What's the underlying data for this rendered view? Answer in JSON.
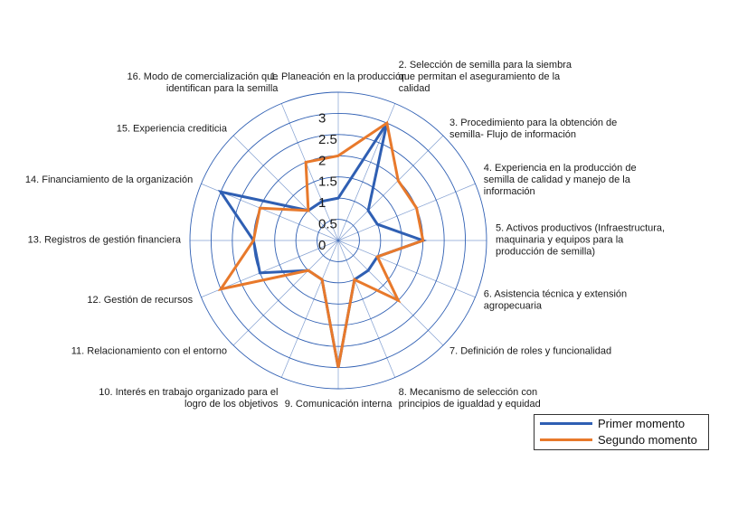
{
  "chart_data": {
    "type": "radar",
    "categories": [
      "1. Planeación en la producción",
      "2. Selección de semilla para la siembra que permitan el aseguramiento de la calidad",
      "3. Procedimiento para la obtención de semilla- Flujo de información",
      "4. Experiencia en la producción de semilla de calidad y manejo de la información",
      "5. Activos productivos (Infraestructura, maquinaria y equipos  para la producción de semilla)",
      "6. Asistencia técnica y extensión agropecuaria",
      "7. Definición de roles y funcionalidad",
      "8. Mecanismo de selección con principios de igualdad y equidad",
      "9. Comunicación interna",
      "10. Interés en trabajo organizado para el logro de los objetivos",
      "11. Relacionamiento con el entorno",
      "12. Gestión de recursos",
      "13. Registros de gestión financiera",
      "14. Financiamiento de la organización",
      "15. Experiencia crediticia",
      "16. Modo de comercialización que identifican para la semilla"
    ],
    "category_lines": [
      [
        "1. Planeación en la producción"
      ],
      [
        "2. Selección de semilla para la siembra",
        "que permitan el aseguramiento de la",
        "calidad"
      ],
      [
        "3. Procedimiento para la obtención de",
        "semilla- Flujo de información"
      ],
      [
        "4. Experiencia en la producción de",
        "semilla de calidad y manejo de la",
        "información"
      ],
      [
        "5. Activos productivos (Infraestructura,",
        "maquinaria y equipos  para la",
        "producción de semilla)"
      ],
      [
        "6. Asistencia técnica y extensión",
        "agropecuaria"
      ],
      [
        "7. Definición de roles y funcionalidad"
      ],
      [
        "8. Mecanismo de selección con",
        "principios de igualdad y equidad"
      ],
      [
        "9. Comunicación interna"
      ],
      [
        "10. Interés en trabajo organizado para el",
        "logro de los objetivos"
      ],
      [
        "11. Relacionamiento con el entorno"
      ],
      [
        "12. Gestión de recursos"
      ],
      [
        "13. Registros de gestión financiera"
      ],
      [
        "14. Financiamiento de la organización"
      ],
      [
        "15. Experiencia crediticia"
      ],
      [
        "16. Modo de comercialización que",
        "identifican para la semilla"
      ]
    ],
    "ticks": [
      "0",
      "0.5",
      "1",
      "1.5",
      "2",
      "2.5",
      "3"
    ],
    "rmax": 3.5,
    "series": [
      {
        "name": "Primer momento",
        "color": "#2F5FB3",
        "values": [
          1,
          3,
          1,
          1,
          2,
          1,
          1,
          1,
          3,
          1,
          1,
          2,
          2,
          3,
          1,
          1
        ]
      },
      {
        "name": "Segundo momento",
        "color": "#E8792B",
        "values": [
          2,
          3,
          2,
          2,
          2,
          1,
          2,
          1,
          3,
          1,
          1,
          3,
          2,
          2,
          1,
          2
        ]
      }
    ],
    "legend_position": "bottom-right",
    "grid": true
  }
}
